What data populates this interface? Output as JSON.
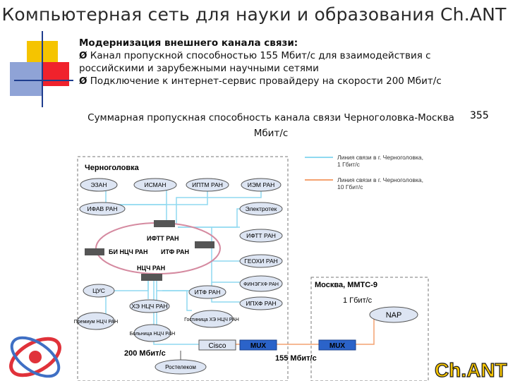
{
  "slide": {
    "title": "Компьютерная сеть для науки и образования Ch.ANT",
    "heading": "Модернизация внешнего канала связи:",
    "bullets": [
      "Канал пропускной способностью 155 Мбит/с для взаимодействия с российскими и зарубежными научными сетями",
      "Подключение к интернет-сервис провайдеру на скорости 200 Мбит/с"
    ],
    "bullet_marker": "Ø",
    "caption": "Суммарная пропускная способность канала связи Черноголовка-Москва Мбит/с",
    "caption_value": "355",
    "logo_text": "Ch.ANT"
  },
  "diagram": {
    "region_chernogolovka": "Черноголовка",
    "region_moscow": "Москва, ММТС-9",
    "legend": [
      {
        "label_line1": "Линия связи в г. Черноголовка,",
        "label_line2": "1 Гбит/с",
        "color": "#8fd9f0"
      },
      {
        "label_line1": "Линия связи в г. Черноголовка,",
        "label_line2": "10 Гбит/с",
        "color": "#f4a270"
      }
    ],
    "left_nodes": [
      "ЭЗАН",
      "ИФАВ РАН",
      "ЦУС",
      "Премиум НЦЧ РАН"
    ],
    "top_nodes": [
      "ИСМАН",
      "ИПТМ РАН",
      "ИЭМ РАН"
    ],
    "right_nodes": [
      "Электротек",
      "ИФТТ РАН",
      "ГЕОХИ РАН",
      "ФИНЭГХФ РАН",
      "ИПХФ РАН"
    ],
    "bottom_nodes": [
      "ХЭ НЦЧ РАН",
      "ИТФ РАН",
      "Больница НЦЧ РАН",
      "Гостиница ХЭ НЦЧ РАН"
    ],
    "ring_nodes": [
      "ИФТТ РАН",
      "БИ НЦЧ РАН",
      "ИТФ РАН",
      "НЦЧ РАН"
    ],
    "cisco": "Cisco",
    "mux_left": "MUX",
    "mux_right": "MUX",
    "nap": "NAP",
    "rostelecom": "Ростелеком",
    "label_1g": "1 Гбит/с",
    "label_200": "200 Мбит/с",
    "label_155": "155 Мбит/с"
  },
  "colors": {
    "accent_blue": "#1f4fa8",
    "node_fill": "#dde5f3",
    "mux_fill": "#2b63c9",
    "link_1g": "#8fd9f0",
    "link_10g": "#f4a270",
    "logo_yellow": "#f5c400"
  }
}
